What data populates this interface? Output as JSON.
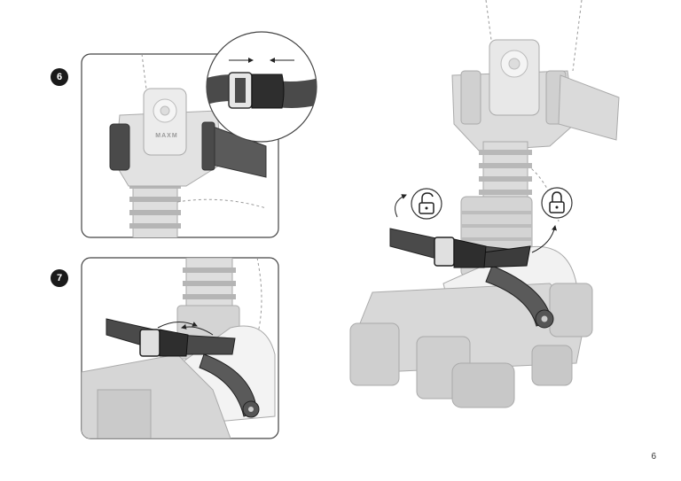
{
  "steps": [
    {
      "number": "6"
    },
    {
      "number": "7"
    }
  ],
  "logo_text": "MAXM",
  "page_number": "6",
  "icons": {
    "unlock": "unlock-icon",
    "lock": "lock-icon"
  },
  "colors": {
    "strap_dark": "#4a4a4a",
    "part_light": "#d8d8d8",
    "outline": "#9a9a9a",
    "panel_border": "#444444"
  }
}
